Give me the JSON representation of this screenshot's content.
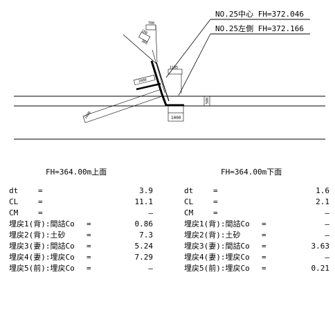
{
  "header": {
    "line1": "NO.25中心 FH=372.046",
    "line2": "NO.25左側 FH=372.166"
  },
  "dimensions": {
    "d700": "700",
    "d100": "100",
    "d300": "300",
    "d1195": "1195",
    "d2000": "2000",
    "d1000a": "1000",
    "d1000b": "1000",
    "d500": "500"
  },
  "left": {
    "title": "FH=364.00m上面",
    "rows": [
      {
        "label": "dt",
        "eq": "=",
        "value": "3.9"
      },
      {
        "label": "CL",
        "eq": "=",
        "value": "11.1"
      },
      {
        "label": "CM",
        "eq": "=",
        "value": "—"
      },
      {
        "label": "埋戻1(背):間詰Co",
        "eq": "=",
        "value": "0.86"
      },
      {
        "label": "埋戻2(背):土砂",
        "eq": "=",
        "value": "7.3"
      },
      {
        "label": "埋戻3(妻):間詰Co",
        "eq": "=",
        "value": "5.24"
      },
      {
        "label": "埋戻4(妻):埋戻Co",
        "eq": "=",
        "value": "7.29"
      },
      {
        "label": "埋戻5(前):埋戻Co",
        "eq": "=",
        "value": "—"
      }
    ]
  },
  "right": {
    "title": "FH=364.00m下面",
    "rows": [
      {
        "label": "dt",
        "eq": "=",
        "value": "1.6"
      },
      {
        "label": "CL",
        "eq": "=",
        "value": "2.1"
      },
      {
        "label": "CM",
        "eq": "=",
        "value": "—"
      },
      {
        "label": "埋戻1(背):間詰Co",
        "eq": "=",
        "value": "—"
      },
      {
        "label": "埋戻2(背):土砂",
        "eq": "=",
        "value": "—"
      },
      {
        "label": "埋戻3(妻):間詰Co",
        "eq": "=",
        "value": "3.63"
      },
      {
        "label": "埋戻4(妻):埋戻Co",
        "eq": "=",
        "value": "—"
      },
      {
        "label": "埋戻5(前):埋戻Co",
        "eq": "=",
        "value": "0.21"
      }
    ]
  }
}
